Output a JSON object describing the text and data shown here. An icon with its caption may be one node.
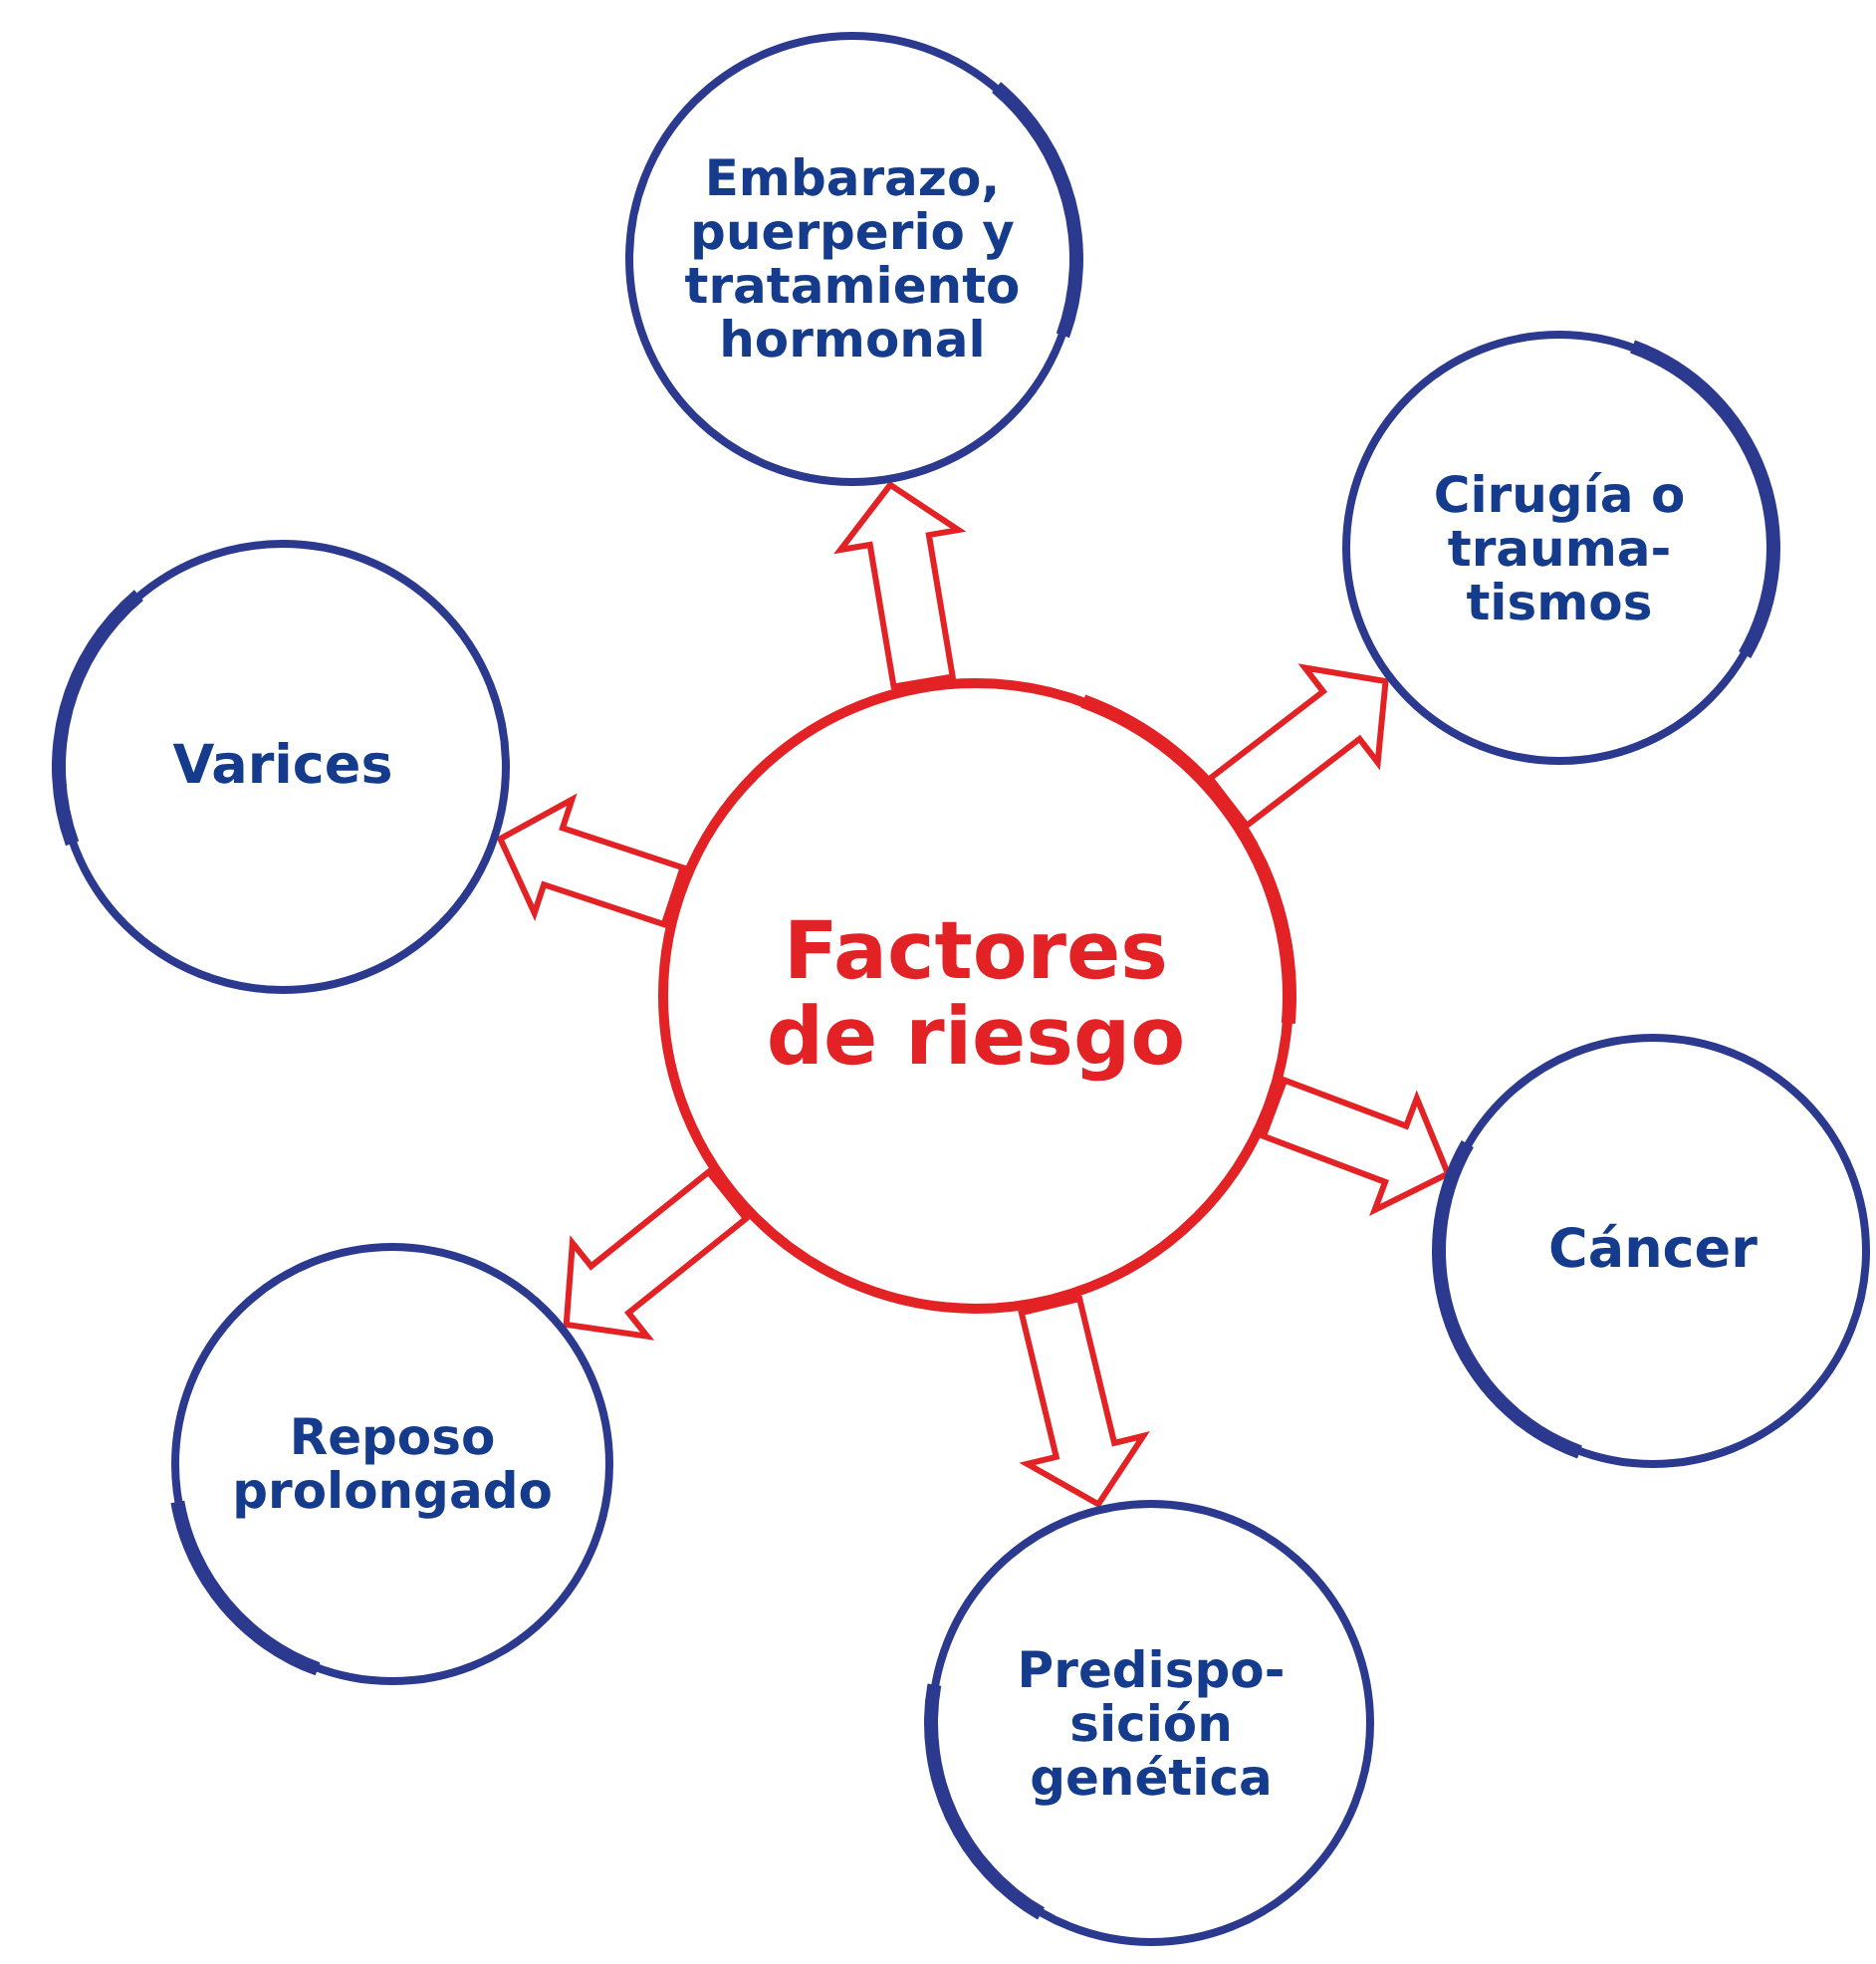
{
  "diagram": {
    "nodes": [
      {
        "text": [
          "Factores de riesgo"
        ]
      },
      {
        "text": [
          "Embarazo, puerperio y tratamiento hormonal"
        ]
      },
      {
        "text": [
          "Cirugía o trauma- tismos"
        ]
      },
      {
        "text": [
          "Varices"
        ]
      },
      {
        "text": [
          "Cáncer"
        ]
      },
      {
        "text": [
          "Reposo prolongado"
        ]
      },
      {
        "text": [
          "Predispo- sición genética"
        ]
      }
    ],
    "edges": [
      {
        "from": 0,
        "to": 1,
        "arrow": "to"
      },
      {
        "from": 0,
        "to": 2,
        "arrow": "to"
      },
      {
        "from": 0,
        "to": 3,
        "arrow": "to"
      },
      {
        "from": 0,
        "to": 4,
        "arrow": "to"
      },
      {
        "from": 0,
        "to": 5,
        "arrow": "to"
      },
      {
        "from": 0,
        "to": 6,
        "arrow": "to"
      }
    ]
  }
}
